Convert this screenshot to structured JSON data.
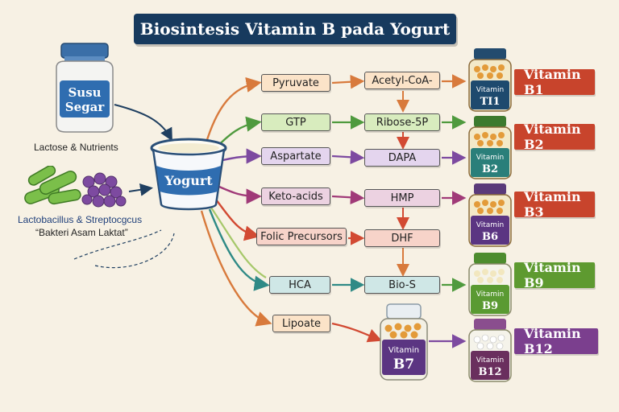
{
  "title": "Biosintesis Vitamin B pada Yogurt",
  "milk_jar": {
    "label_line1": "Susu",
    "label_line2": "Segar",
    "caption": "Lactose & Nutrients"
  },
  "bacteria": {
    "caption_line1": "Lactobacillus & Streptocgcus",
    "caption_line2": "“Bakteri Asam Laktat”"
  },
  "yogurt_cup": {
    "label": "Yogurt"
  },
  "precursors": [
    "Pyruvate",
    "GTP",
    "Aspartate",
    "Keto-acids",
    "Folic Precursors",
    "HCA",
    "Lipoate"
  ],
  "intermediates": [
    "Acetyl-CoA-",
    "Ribose-5P",
    "DAPA",
    "HMP",
    "DHF",
    "Bio-S"
  ],
  "bottles": [
    {
      "label_top": "Vitamin",
      "label_bottom": "TI1"
    },
    {
      "label_top": "Vitamin",
      "label_bottom": "B2"
    },
    {
      "label_top": "Vitamin",
      "label_bottom": "B6"
    },
    {
      "label_top": "Vitamin",
      "label_bottom": "B9"
    },
    {
      "label_top": "Vitamin",
      "label_bottom": "B12"
    },
    {
      "label_top": "Vitamin",
      "label_bottom": "B7"
    }
  ],
  "vitamin_tags": [
    "Vitamin B1",
    "Vitamin B2",
    "Vitamin B3",
    "Vitamin B9",
    "Vitamin B12"
  ],
  "colors": {
    "banner": "#173a5e",
    "orange": "#d87a3c",
    "green": "#4f9a3e",
    "purple": "#7d4aa0",
    "magenta": "#a03a78",
    "red": "#d24a33",
    "teal": "#2f8a86",
    "tag_b1": "#c8442c",
    "tag_b2": "#c8442c",
    "tag_b3": "#c8442c",
    "tag_b9": "#5e9a30",
    "tag_b12": "#7b3f8e"
  }
}
